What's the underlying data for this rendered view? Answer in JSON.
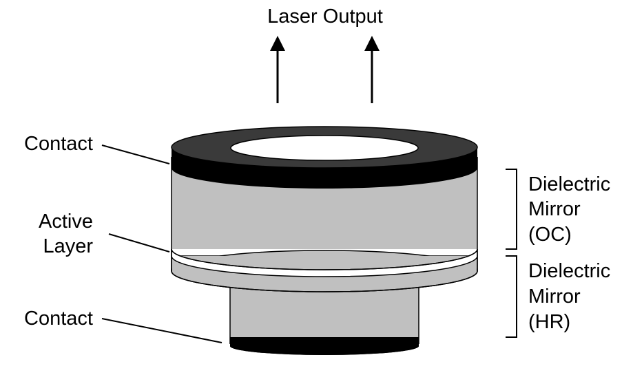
{
  "title": "Laser Output",
  "labels": {
    "contact_top": "Contact",
    "active_layer_line1": "Active",
    "active_layer_line2": "Layer",
    "contact_bottom": "Contact",
    "mirror_oc_line1": "Dielectric",
    "mirror_oc_line2": "Mirror",
    "mirror_oc_line3": "(OC)",
    "mirror_hr_line1": "Dielectric",
    "mirror_hr_line2": "Mirror",
    "mirror_hr_line3": "(HR)"
  },
  "colors": {
    "contact": "#3a3a3a",
    "contact_band": "#000000",
    "mirror_fill": "#c0c0c0",
    "aperture": "#ffffff",
    "outline": "#000000"
  }
}
